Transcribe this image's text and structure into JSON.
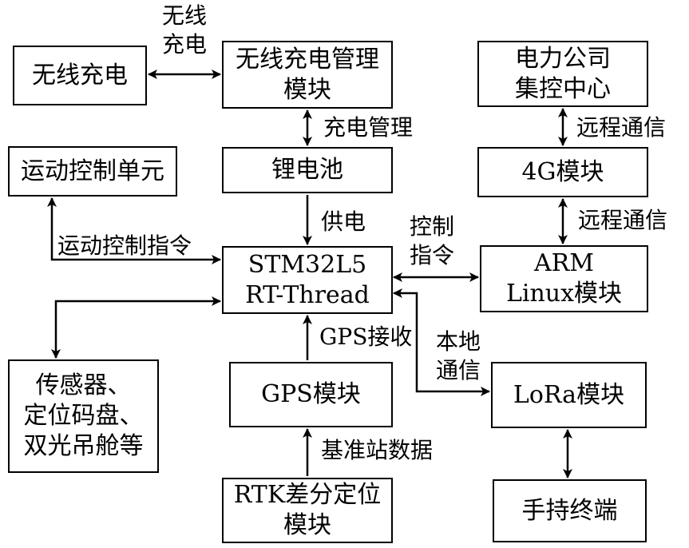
{
  "nodes": {
    "wireless_charge": {
      "lines": [
        "无线充电"
      ]
    },
    "wireless_mgmt": {
      "lines": [
        "无线充电管理",
        "模块"
      ]
    },
    "power_company": {
      "lines": [
        "电力公司",
        "集控中心"
      ]
    },
    "motion_unit": {
      "lines": [
        "运动控制单元"
      ]
    },
    "battery": {
      "lines": [
        "锂电池"
      ]
    },
    "module_4g": {
      "lines": [
        "4G模块"
      ]
    },
    "mcu": {
      "lines": [
        "STM32L5",
        "RT-Thread"
      ]
    },
    "arm": {
      "lines": [
        "ARM",
        "Linux模块"
      ]
    },
    "sensors": {
      "lines": [
        "传感器、",
        "定位码盘、",
        "双光吊舱等"
      ]
    },
    "gps": {
      "lines": [
        "GPS模块"
      ]
    },
    "lora": {
      "lines": [
        "LoRa模块"
      ]
    },
    "rtk": {
      "lines": [
        "RTK差分定位",
        "模块"
      ]
    },
    "handheld": {
      "lines": [
        "手持终端"
      ]
    }
  },
  "edge_labels": {
    "wireless_charge": [
      "无线",
      "充电"
    ],
    "charge_mgmt": [
      "充电管理"
    ],
    "remote_comm_1": [
      "远程通信"
    ],
    "remote_comm_2": [
      "远程通信"
    ],
    "power_supply": [
      "供电"
    ],
    "motion_cmd": [
      "运动控制指令"
    ],
    "control_cmd": [
      "控制",
      "指令"
    ],
    "gps_recv": [
      "GPS接收"
    ],
    "local_comm": [
      "本地",
      "通信"
    ],
    "ref_station": [
      "基准站数据"
    ]
  },
  "colors": {
    "stroke": "#000000",
    "background": "#ffffff"
  }
}
